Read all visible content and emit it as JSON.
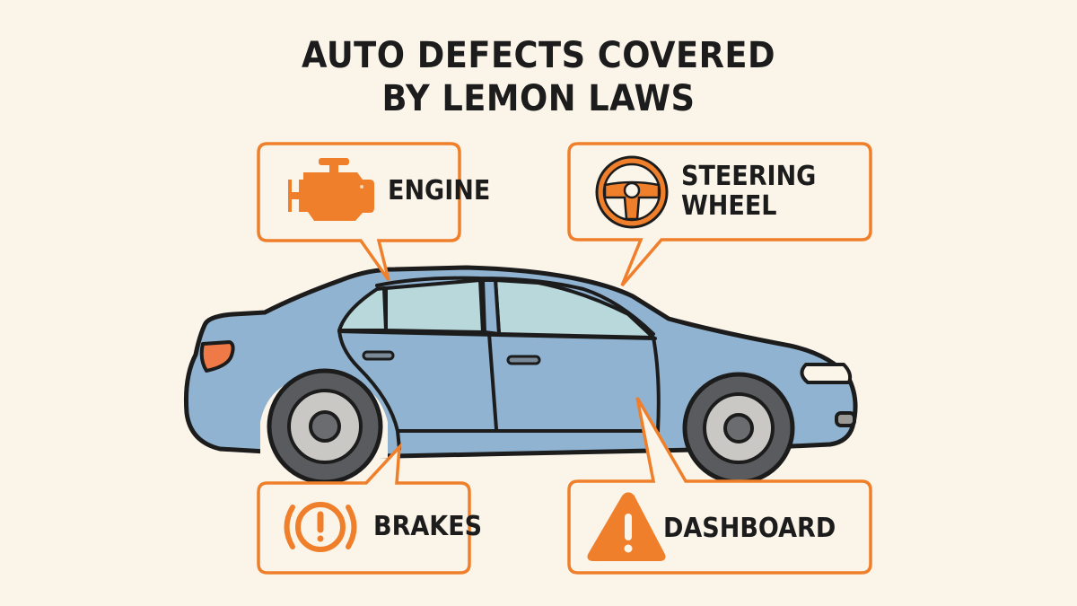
{
  "title": {
    "line1": "AUTO DEFECTS COVERED",
    "line2": "BY LEMON LAWS"
  },
  "callouts": [
    {
      "id": "engine",
      "label": "ENGINE",
      "icon": "engine-icon"
    },
    {
      "id": "steering",
      "label_line1": "STEERING",
      "label_line2": "WHEEL",
      "icon": "steering-wheel-icon"
    },
    {
      "id": "brakes",
      "label": "BRAKES",
      "icon": "brake-warning-icon"
    },
    {
      "id": "dashboard",
      "label": "DASHBOARD",
      "icon": "warning-triangle-icon"
    }
  ],
  "colors": {
    "background": "#fbf4e9",
    "accent_orange": "#ef7f2a",
    "car_body": "#8fb3d0",
    "car_window": "#b8d8dc",
    "outline": "#1c1c1c",
    "tire": "#5a5b5e",
    "hubcap": "#c9c8c4",
    "taillight": "#ef7a48"
  }
}
